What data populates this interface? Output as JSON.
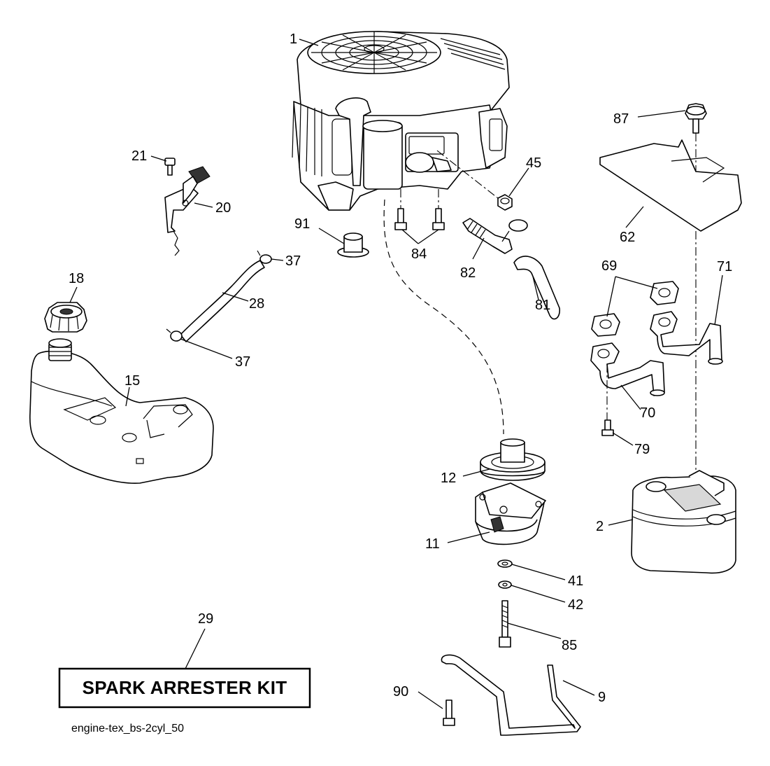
{
  "diagram": {
    "kit_label": "SPARK ARRESTER KIT",
    "caption": "engine-tex_bs-2cyl_50",
    "callouts": {
      "p1": "1",
      "p2": "2",
      "p9": "9",
      "p11": "11",
      "p12": "12",
      "p15": "15",
      "p18": "18",
      "p20": "20",
      "p21": "21",
      "p28": "28",
      "p29": "29",
      "p37a": "37",
      "p37b": "37",
      "p41": "41",
      "p42": "42",
      "p45": "45",
      "p62": "62",
      "p69": "69",
      "p70": "70",
      "p71": "71",
      "p79": "79",
      "p81": "81",
      "p82": "82",
      "p84": "84",
      "p85": "85",
      "p87": "87",
      "p90": "90",
      "p91": "91"
    }
  }
}
